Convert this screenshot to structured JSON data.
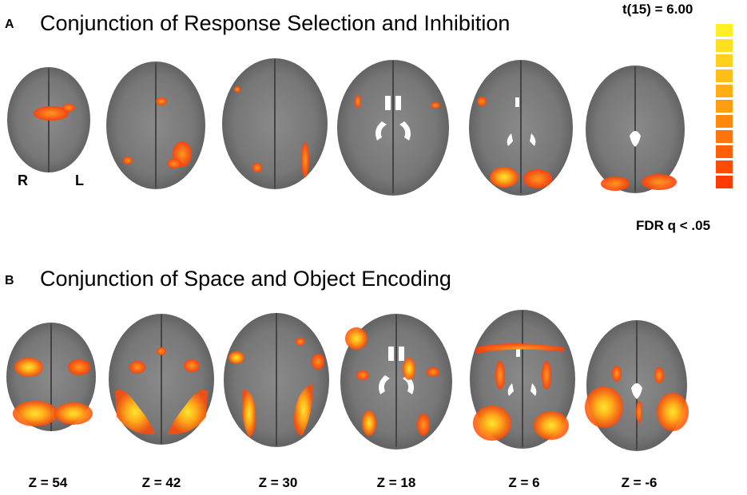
{
  "panel_a": {
    "letter": "A",
    "title": "Conjunction of Response Selection and Inhibition"
  },
  "panel_b": {
    "letter": "B",
    "title": "Conjunction of Space and Object Encoding"
  },
  "scale": {
    "max_label": "t(15) = 6.00",
    "min_label": "FDR q < .05",
    "colors": [
      "#ffee22",
      "#ffe020",
      "#ffd01c",
      "#ffbf18",
      "#ffae14",
      "#ff9c10",
      "#ff880d",
      "#ff740a",
      "#ff6007",
      "#ff4c05",
      "#ff3a03"
    ]
  },
  "orientation": {
    "right": "R",
    "left": "L"
  },
  "slices": [
    {
      "z_label": "Z = 54"
    },
    {
      "z_label": "Z = 42"
    },
    {
      "z_label": "Z = 30"
    },
    {
      "z_label": "Z = 18"
    },
    {
      "z_label": "Z = 6"
    },
    {
      "z_label": "Z = -6"
    }
  ]
}
